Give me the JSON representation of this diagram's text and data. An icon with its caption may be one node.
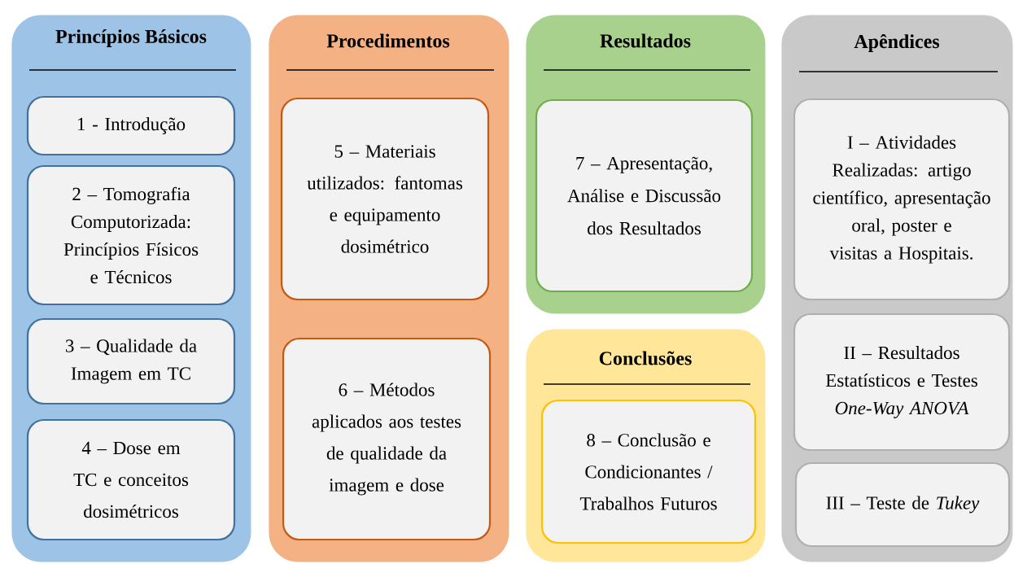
{
  "diagram": {
    "nodes": [
      {
        "text": [
          "Princípios Básicos"
        ]
      },
      {
        "text": [
          "1 - Introdução"
        ],
        "in": 0
      },
      {
        "text": [
          "2 – Tomografia Computorizada: Princípios Físicos e Técnicos"
        ],
        "in": 0
      },
      {
        "text": [
          "3 – Qualidade da Imagem em TC"
        ],
        "in": 0
      },
      {
        "text": [
          "4 – Dose em TC e conceitos dosimétricos"
        ],
        "in": 0
      },
      {
        "text": [
          "Procedimentos"
        ]
      },
      {
        "text": [
          "5 – Materiais utilizados: fantomas e equipamento dosimétrico"
        ],
        "in": 5
      },
      {
        "text": [
          "6 – Métodos aplicados aos testes de qualidade da imagem e dose"
        ],
        "in": 5
      },
      {
        "text": [
          "Resultados"
        ]
      },
      {
        "text": [
          "7 – Apresentação, Análise e Discussão dos Resultados"
        ],
        "in": 8
      },
      {
        "text": [
          "Conclusões"
        ]
      },
      {
        "text": [
          "8 – Conclusão e Condicionantes / Trabalhos Futuros"
        ],
        "in": 10
      },
      {
        "text": [
          "Apêndices"
        ]
      },
      {
        "text": [
          "I – Atividades Realizadas: artigo científico, apresentação oral, poster e visitas a Hospitais."
        ],
        "in": 12
      },
      {
        "text": [
          "II – Resultados Estatísticos e Testes *One-Way ANOVA*"
        ],
        "in": 12
      },
      {
        "text": [
          "III – Teste de *Tukey*"
        ],
        "in": 12
      }
    ]
  }
}
